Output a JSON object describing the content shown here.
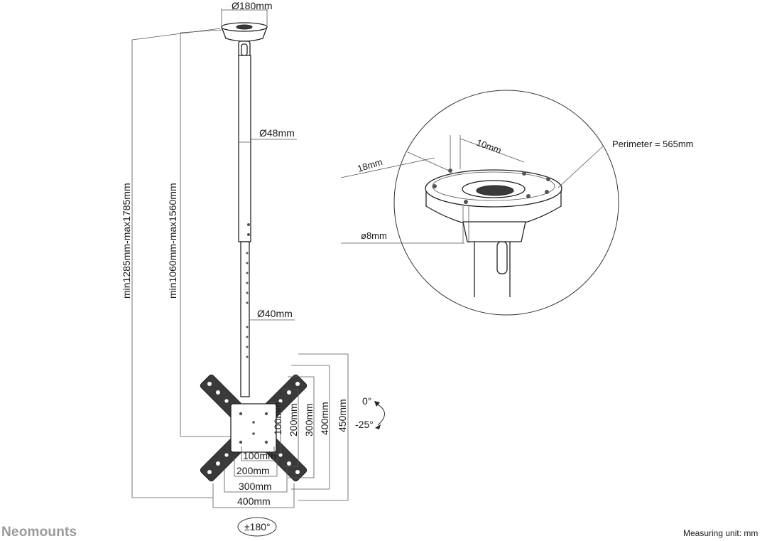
{
  "diagram": {
    "labels": {
      "base_diameter": "Ø180mm",
      "upper_pole_diameter": "Ø48mm",
      "lower_pole_diameter": "Ø40mm",
      "total_height": "min1285mm-max1785mm",
      "pole_height": "min1060mm-max1560mm",
      "vesa_v_100": "100mm",
      "vesa_v_200": "200mm",
      "vesa_v_300": "300mm",
      "vesa_v_400": "400mm",
      "vesa_v_450": "450mm",
      "vesa_h_100": "100mm",
      "vesa_h_200": "200mm",
      "vesa_h_300": "300mm",
      "vesa_h_400": "400mm",
      "tilt_top": "0°",
      "tilt_bottom": "-25°",
      "swivel": "±180°"
    },
    "detail": {
      "perimeter": "Perimeter = 565mm",
      "dim_10": "10mm",
      "dim_18": "18mm",
      "hole_diameter": "ø8mm"
    }
  },
  "footer": {
    "brand": "Neomounts",
    "measuring_unit": "Measuring unit: mm"
  }
}
